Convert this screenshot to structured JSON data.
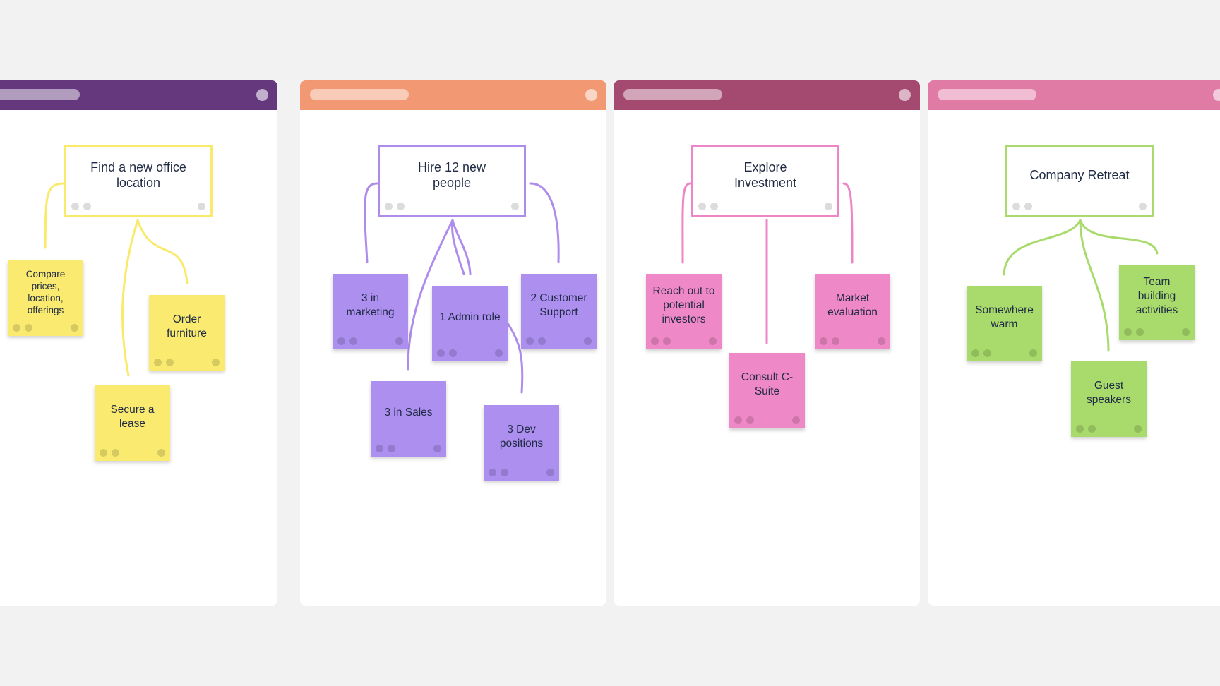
{
  "columns": [
    {
      "header_color": "#65387d",
      "accent": "#f9ea6b",
      "note_color": "#faeb70",
      "goal": "Find a new office location",
      "notes": [
        "Compare prices, location, offerings",
        "Order furniture",
        "Secure a lease"
      ]
    },
    {
      "header_color": "#f29872",
      "accent": "#ad8cec",
      "note_color": "#ad8ff0",
      "goal": "Hire 12 new people",
      "notes": [
        "3 in marketing",
        "1 Admin role",
        "2 Customer Support",
        "3 in Sales",
        "3 Dev positions"
      ]
    },
    {
      "header_color": "#a44a70",
      "accent": "#ec86c7",
      "note_color": "#ef88c6",
      "goal": "Explore Investment",
      "notes": [
        "Reach out to potential investors",
        "Market evaluation",
        "Consult C-Suite"
      ]
    },
    {
      "header_color": "#e07ba6",
      "accent": "#a8db6c",
      "note_color": "#a9db6c",
      "goal": "Company Retreat",
      "notes": [
        "Somewhere warm",
        "Team building activities",
        "Guest speakers"
      ]
    }
  ]
}
